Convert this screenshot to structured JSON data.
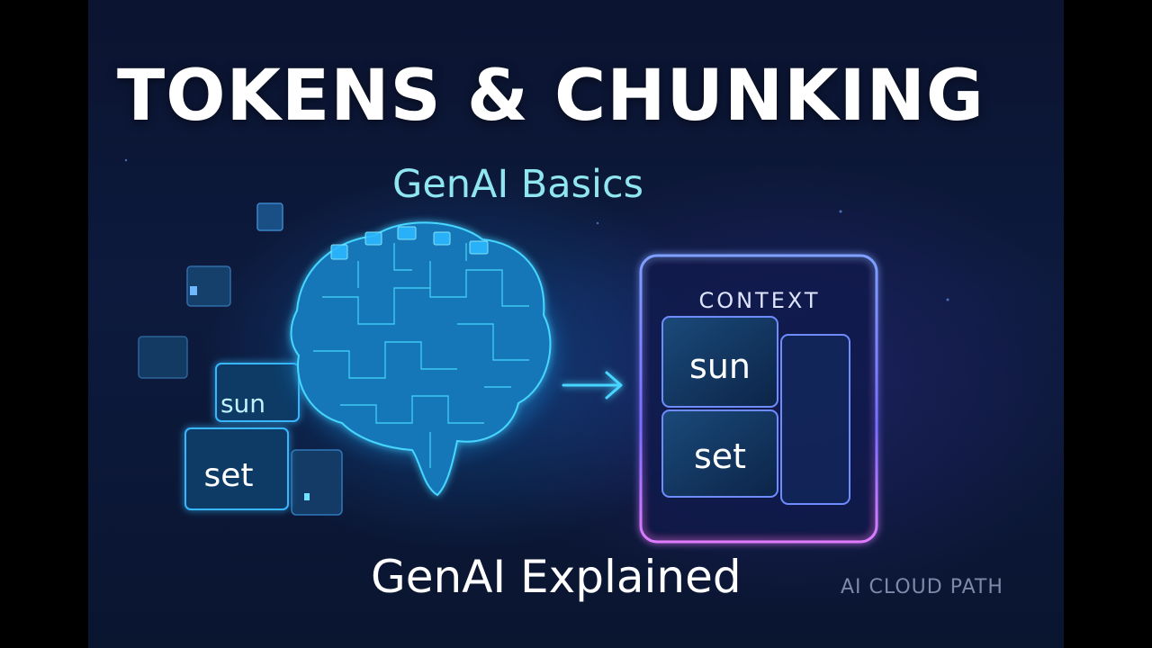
{
  "title": "TOKENS & CHUNKING",
  "subtitle": "GenAI Basics",
  "tokens": [
    "sun",
    "set"
  ],
  "context": {
    "label": "CONTEXT",
    "tokens": [
      "sun",
      "set"
    ]
  },
  "footer_title": "GenAI Explained",
  "brand": "AI CLOUD PATH",
  "colors": {
    "background": "#0d1a3d",
    "accent_cyan": "#3fd2ff",
    "subtitle": "#8fe6f0",
    "panel_glow": "#7c6cff"
  },
  "icons": [
    "brain-icon",
    "arrow-right-icon",
    "cube-icon"
  ]
}
